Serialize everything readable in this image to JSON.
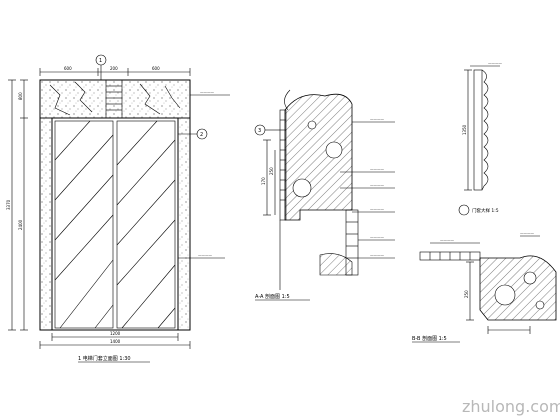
{
  "dims": {
    "top_left": "600",
    "top_mid": "200",
    "top_right": "600",
    "left_total": "3370",
    "left_upper": "800",
    "left_lower": "2400",
    "bottom_inner": "1200",
    "bottom_total": "1400",
    "sec2_height": "170",
    "sec2_height2": "250",
    "sec3_height": "1350",
    "sec3_base": "250"
  },
  "callouts": {
    "c1": "1",
    "c2": "2",
    "c3": "3"
  },
  "notes": {
    "n1": "————",
    "n2": "————",
    "n3": "————",
    "n4": "————",
    "n5": "————",
    "n6": "————",
    "n7": "————",
    "n8": "————",
    "n9": "————",
    "n10": "————",
    "n11": "————"
  },
  "titles": {
    "elevation": "1 电梯门套立面图 1:30",
    "section_a": "A-A 剖面图 1:5",
    "detail": "门套大样 1:5",
    "section_b": "B-B 剖面图 1:5"
  },
  "watermark": "zhulong.com"
}
